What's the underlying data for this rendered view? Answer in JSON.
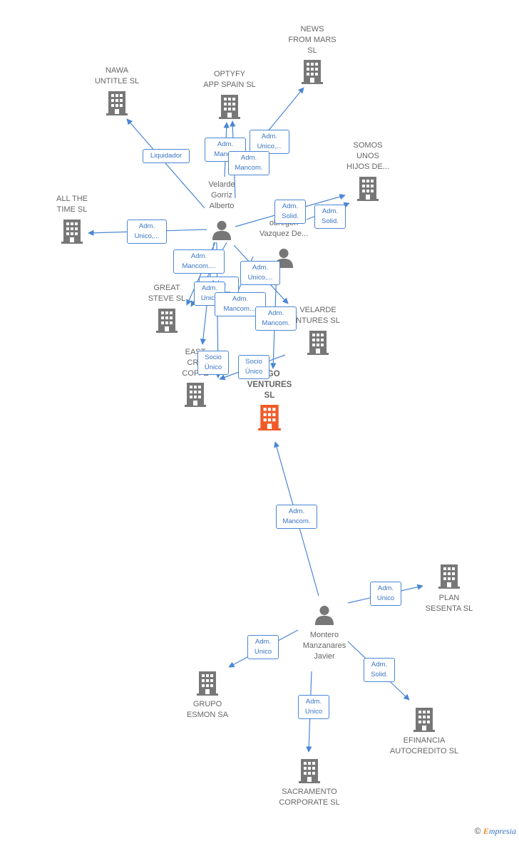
{
  "colors": {
    "edge": "#4a86d4",
    "building": "#777777",
    "highlight_building": "#f05a28",
    "person": "#777777"
  },
  "companies": [
    {
      "id": "news",
      "label": "NEWS\nFROM MARS\nSL",
      "icon": "building-icon"
    },
    {
      "id": "nawa",
      "label": "NAWA\nUNTITLE SL",
      "icon": "building-icon"
    },
    {
      "id": "optyfy",
      "label": "OPTYFY\nAPP SPAIN  SL",
      "icon": "building-icon"
    },
    {
      "id": "somos",
      "label": "SOMOS\nUNOS\nHIJOS DE...",
      "icon": "building-icon"
    },
    {
      "id": "allthetime",
      "label": "ALL THE\nTIME  SL",
      "icon": "building-icon"
    },
    {
      "id": "great",
      "label": "GREAT\nSTEVE  SL",
      "icon": "building-icon"
    },
    {
      "id": "velarde_v",
      "label": "VELARDE\nNTURES  SL",
      "icon": "building-icon"
    },
    {
      "id": "east",
      "label": "EAST\nCRE\nCOFFE",
      "icon": "building-icon"
    },
    {
      "id": "main",
      "label": "INGO\nVENTURES\nSL",
      "icon": "building-icon",
      "highlight": true
    },
    {
      "id": "plan",
      "label": "PLAN\nSESENTA SL",
      "icon": "building-icon"
    },
    {
      "id": "grupo",
      "label": "GRUPO\nESMON SA",
      "icon": "building-icon"
    },
    {
      "id": "efinancia",
      "label": "EFINANCIA\nAUTOCREDITO SL",
      "icon": "building-icon"
    },
    {
      "id": "sacramento",
      "label": "SACRAMENTO\nCORPORATE SL",
      "icon": "building-icon"
    }
  ],
  "people": [
    {
      "id": "velarde",
      "label": "Velarde\nGorriz\nAlberto",
      "icon": "person-icon"
    },
    {
      "id": "garcia",
      "label": "G\nobregon\nVazquez De...",
      "icon": "person-icon"
    },
    {
      "id": "montero",
      "label": "Montero\nManzanares\nJavier",
      "icon": "person-icon"
    }
  ],
  "relations": [
    {
      "from": "velarde",
      "to": "nawa",
      "label": "Liquidador"
    },
    {
      "from": "velarde",
      "to": "optyfy",
      "label": "Adm.\nManc..."
    },
    {
      "from": "velarde",
      "to": "news",
      "label": "Adm.\nUnico,..."
    },
    {
      "from": "velarde",
      "to": "optyfy",
      "label": "Adm.\nMancom."
    },
    {
      "from": "velarde",
      "to": "somos",
      "label": "Adm.\nSolid."
    },
    {
      "from": "garcia",
      "to": "somos",
      "label": "Adm.\nSolid."
    },
    {
      "from": "velarde",
      "to": "allthetime",
      "label": "Adm.\nUnico,..."
    },
    {
      "from": "velarde",
      "to": "great",
      "label": "Adm.\nMancom...."
    },
    {
      "from": "velarde",
      "to": "great",
      "label": "Adm.\nMancom."
    },
    {
      "from": "velarde",
      "to": "velarde_v",
      "label": "Adm.\nUnico,..."
    },
    {
      "from": "velarde",
      "to": "east",
      "label": "Adm.\nUnico"
    },
    {
      "from": "garcia",
      "to": "great",
      "label": "Adm.\nMancom...."
    },
    {
      "from": "garcia",
      "to": "main",
      "label": "Adm.\nMancom."
    },
    {
      "from": "velarde",
      "to": "east",
      "label": "Socio\nÚnico"
    },
    {
      "from": "garcia",
      "to": "east",
      "label": "Socio\nÚnico"
    },
    {
      "from": "montero",
      "to": "main",
      "label": "Adm.\nMancom."
    },
    {
      "from": "montero",
      "to": "plan",
      "label": "Adm.\nUnico"
    },
    {
      "from": "montero",
      "to": "grupo",
      "label": "Adm.\nUnico"
    },
    {
      "from": "montero",
      "to": "efinancia",
      "label": "Adm.\nSolid."
    },
    {
      "from": "montero",
      "to": "sacramento",
      "label": "Adm.\nUnico"
    }
  ],
  "footer": {
    "copyright": "©",
    "brand_e": "E",
    "brand_rest": "mpresia"
  }
}
